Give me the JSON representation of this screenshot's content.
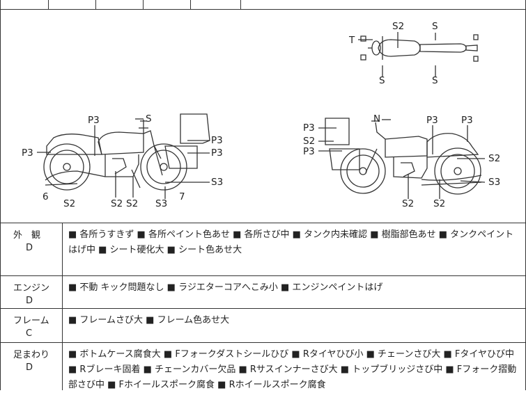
{
  "diagram": {
    "labels": {
      "top_T": "T",
      "top_S2": "S2",
      "top_S_tr": "S",
      "top_S_bl": "S",
      "top_S_br": "S",
      "l_P3_tank": "P3",
      "l_S_bar": "S",
      "l_P3_front": "P3",
      "l_P3_r1": "P3",
      "l_P3_r2": "P3",
      "l_S3_r": "S3",
      "l_6": "6",
      "l_7": "7",
      "l_S2_a": "S2",
      "l_S2_b": "S2",
      "l_S2_c": "S2",
      "l_S3_b": "S3",
      "r_N": "N",
      "r_P3_a": "P3",
      "r_P3_b": "P3",
      "r_P3_l1": "P3",
      "r_S2_l": "S2",
      "r_P3_l2": "P3",
      "r_S2_r": "S2",
      "r_S3_r": "S3",
      "r_S2_b1": "S2",
      "r_S2_b2": "S2"
    }
  },
  "rows": {
    "exterior": {
      "name": "外　観",
      "grade": "D",
      "text": "■ 各所うすきず ■ 各所ペイント色あせ ■ 各所さび中 ■ タンク内未確認 ■ 樹脂部色あせ ■ タンクペイントはげ中 ■ シート硬化大 ■ シート色あせ大"
    },
    "engine": {
      "name": "エンジン",
      "grade": "D",
      "text": "■ 不動 キック問題なし ■ ラジエターコアへこみ小 ■ エンジンペイントはげ"
    },
    "frame": {
      "name": "フレーム",
      "grade": "C",
      "text": "■ フレームさび大 ■ フレーム色あせ大"
    },
    "footwork": {
      "name": "足まわり",
      "grade": "D",
      "text": "■ ボトムケース腐食大 ■ Fフォークダストシールひび ■ Rタイヤひび小 ■ チェーンさび大 ■ Fタイヤひび中 ■ Rブレーキ固着 ■ チェーンカバー欠品 ■ Rサスインナーさび大 ■ トップブリッジさび中 ■ Fフォーク摺動部さび中 ■ Fホイールスポーク腐食 ■ Rホイールスポーク腐食"
    }
  }
}
